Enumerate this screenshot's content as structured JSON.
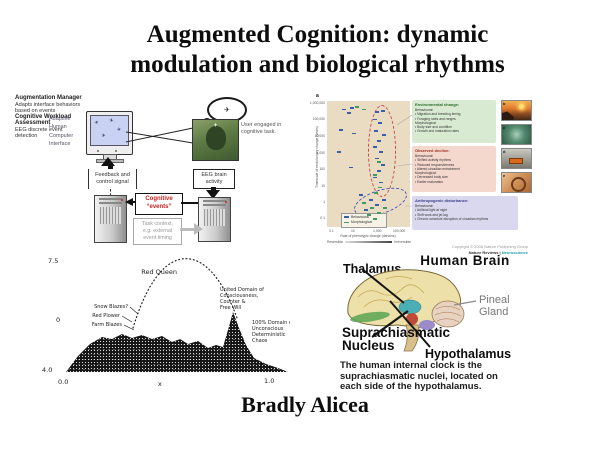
{
  "slide": {
    "title_line1": "Augmented Cognition: dynamic",
    "title_line2": "modulation and biological rhythms",
    "author": "Bradly Alicea"
  },
  "icons": {
    "airplane": "✈",
    "electrode": "+"
  },
  "colors": {
    "event_red": "#cc2222",
    "journal_teal": "#18a0a8",
    "panel_green": "#d9ead3",
    "panel_pink": "#f4d7cd",
    "panel_lavender": "#dad8ee",
    "plot_beige": "#eadcc3",
    "point_blue": "#3a5fa8",
    "point_green": "#3f9b5f"
  },
  "flowchart": {
    "interface_label": "Adaptive Human Computer Interface",
    "user_label": "User engaged in cognitive task.",
    "feedback_box": "Feedback and\ncontrol signal",
    "eeg_box": "EEG brain\nactivity",
    "manager_title": "Augmentation Manager",
    "manager_desc": "Adapts interface behaviors based on events",
    "workload_title": "Cognitive Workload Assessment",
    "workload_desc": "EEG discrete event detection",
    "events_box": "Cognitive\n“events”",
    "context_box": "Task context,\ne.g. external\nevent timing"
  },
  "evofig": {
    "panel_label": "a",
    "y_ticks": [
      "1,000,000",
      "100,000",
      "10,000",
      "1,000",
      "100",
      "10",
      "1",
      "0.1"
    ],
    "y_axis_title": "Timescale of evolutionary change (years)",
    "x_ticks": [
      "0.1",
      "10",
      "1,000",
      "100,000"
    ],
    "x_axis_title": "Rate of phenotypic change (darwins)",
    "legend": [
      "Behavioural",
      "Morphological"
    ],
    "scale_left": "Reversible",
    "scale_right": "Irreversible",
    "photo_labels": [
      "b",
      "c",
      "d",
      "e"
    ],
    "panels": {
      "green": {
        "title": "Environmental change:",
        "body": "Behavioural:\n• Migration and breeding timing\n• Foraging rates and ranges\nMorphological:\n• Body size and condition\n• Growth and maturation rates"
      },
      "pink": {
        "title": "Observed decline:",
        "body": "Behavioural:\n• Shifted activity rhythms\n• Reduced responsiveness\n• Altered circadian entrainment\nMorphological:\n• Decreased body size\n• Earlier maturation"
      },
      "lavender": {
        "title": "Anthropogenic disturbance:",
        "body": "Behavioural:\n• Artificial light at night\n• Shift work and jet lag\n• Chronic schedule disruption of circadian rhythms"
      }
    },
    "caption_line1": "Copyright © 2008 Nature Publishing Group",
    "caption_journal_prefix": "Nature Reviews | ",
    "caption_journal": "Neuroscience",
    "points": [
      {
        "x": 18,
        "y": 6,
        "c": "b"
      },
      {
        "x": 28,
        "y": 5,
        "c": "b"
      },
      {
        "x": 24,
        "y": 9,
        "c": "b"
      },
      {
        "x": 34,
        "y": 4,
        "c": "g"
      },
      {
        "x": 42,
        "y": 6,
        "c": "g"
      },
      {
        "x": 14,
        "y": 22,
        "c": "b"
      },
      {
        "x": 30,
        "y": 25,
        "c": "b"
      },
      {
        "x": 12,
        "y": 40,
        "c": "b"
      },
      {
        "x": 26,
        "y": 52,
        "c": "b"
      },
      {
        "x": 58,
        "y": 8,
        "c": "b"
      },
      {
        "x": 65,
        "y": 7,
        "c": "b"
      },
      {
        "x": 55,
        "y": 14,
        "c": "b"
      },
      {
        "x": 62,
        "y": 17,
        "c": "b"
      },
      {
        "x": 57,
        "y": 23,
        "c": "b"
      },
      {
        "x": 66,
        "y": 26,
        "c": "b"
      },
      {
        "x": 60,
        "y": 31,
        "c": "b"
      },
      {
        "x": 55,
        "y": 36,
        "c": "b"
      },
      {
        "x": 63,
        "y": 40,
        "c": "b"
      },
      {
        "x": 58,
        "y": 45,
        "c": "b"
      },
      {
        "x": 65,
        "y": 50,
        "c": "b"
      },
      {
        "x": 60,
        "y": 55,
        "c": "b"
      },
      {
        "x": 56,
        "y": 60,
        "c": "b"
      },
      {
        "x": 63,
        "y": 64,
        "c": "b"
      },
      {
        "x": 60,
        "y": 48,
        "c": "g"
      },
      {
        "x": 55,
        "y": 58,
        "c": "g"
      },
      {
        "x": 62,
        "y": 68,
        "c": "g"
      },
      {
        "x": 57,
        "y": 72,
        "c": "g"
      },
      {
        "x": 38,
        "y": 74,
        "c": "b"
      },
      {
        "x": 50,
        "y": 78,
        "c": "b"
      },
      {
        "x": 58,
        "y": 82,
        "c": "b"
      },
      {
        "x": 45,
        "y": 86,
        "c": "b"
      },
      {
        "x": 66,
        "y": 78,
        "c": "b"
      },
      {
        "x": 42,
        "y": 80,
        "c": "g"
      },
      {
        "x": 52,
        "y": 84,
        "c": "g"
      },
      {
        "x": 60,
        "y": 88,
        "c": "g"
      },
      {
        "x": 48,
        "y": 90,
        "c": "g"
      },
      {
        "x": 68,
        "y": 84,
        "c": "g"
      },
      {
        "x": 55,
        "y": 93,
        "c": "g"
      }
    ]
  },
  "landscape": {
    "y_top": "7.5",
    "y_mid": "0",
    "y_bottom": "4.0",
    "x_left": "0.0",
    "x_mid": "x",
    "x_right": "1.0",
    "curve_label": "Red Queen",
    "slope_labels": [
      "Snow Blazes?",
      "Red Plower",
      "Farm Blazes"
    ],
    "right1": [
      "United Domain of",
      "Consciousness,",
      "Counter &",
      "Free Will"
    ],
    "right2": [
      "100% Domain of",
      "Unconscious",
      "Deterministic",
      "Chaos"
    ]
  },
  "brainfig": {
    "title": "Human Brain",
    "thalamus": "Thalamus",
    "pineal_line1": "Pineal",
    "pineal_line2": "Gland",
    "scn_line1": "Suprachiasmatic",
    "scn_line2": "Nucleus",
    "hypothalamus": "Hypothalamus",
    "caption": "The human internal clock is the suprachiasmatic nuclei, located on each side of the hypothalamus."
  }
}
